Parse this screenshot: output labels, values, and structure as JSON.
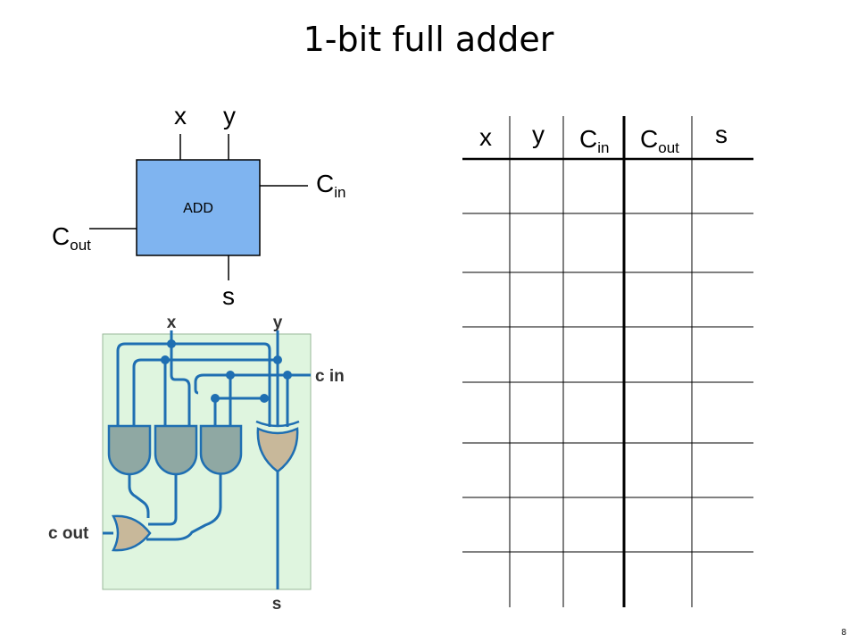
{
  "slide": {
    "title": "1-bit full adder",
    "page_number": "8"
  },
  "block": {
    "label": "ADD",
    "input_x": "x",
    "input_y": "y",
    "carry_in_main": "C",
    "carry_in_sub": "in",
    "carry_out_main": "C",
    "carry_out_sub": "out",
    "sum": "s",
    "fill_color": "#7fb4f0"
  },
  "circuit": {
    "x": "x",
    "y": "y",
    "c_in": "c in",
    "c_out": "c out",
    "s": "s",
    "bg_color": "#dff5df",
    "wire_color": "#1f6fb2"
  },
  "truth_table": {
    "headers": [
      {
        "main": "x",
        "sub": ""
      },
      {
        "main": "y",
        "sub": ""
      },
      {
        "main": "C",
        "sub": "in"
      },
      {
        "main": "C",
        "sub": "out"
      },
      {
        "main": "s",
        "sub": ""
      }
    ],
    "rows": [
      [
        "",
        "",
        "",
        "",
        ""
      ],
      [
        "",
        "",
        "",
        "",
        ""
      ],
      [
        "",
        "",
        "",
        "",
        ""
      ],
      [
        "",
        "",
        "",
        "",
        ""
      ],
      [
        "",
        "",
        "",
        "",
        ""
      ],
      [
        "",
        "",
        "",
        "",
        ""
      ],
      [
        "",
        "",
        "",
        "",
        ""
      ],
      [
        "",
        "",
        "",
        "",
        ""
      ]
    ]
  }
}
